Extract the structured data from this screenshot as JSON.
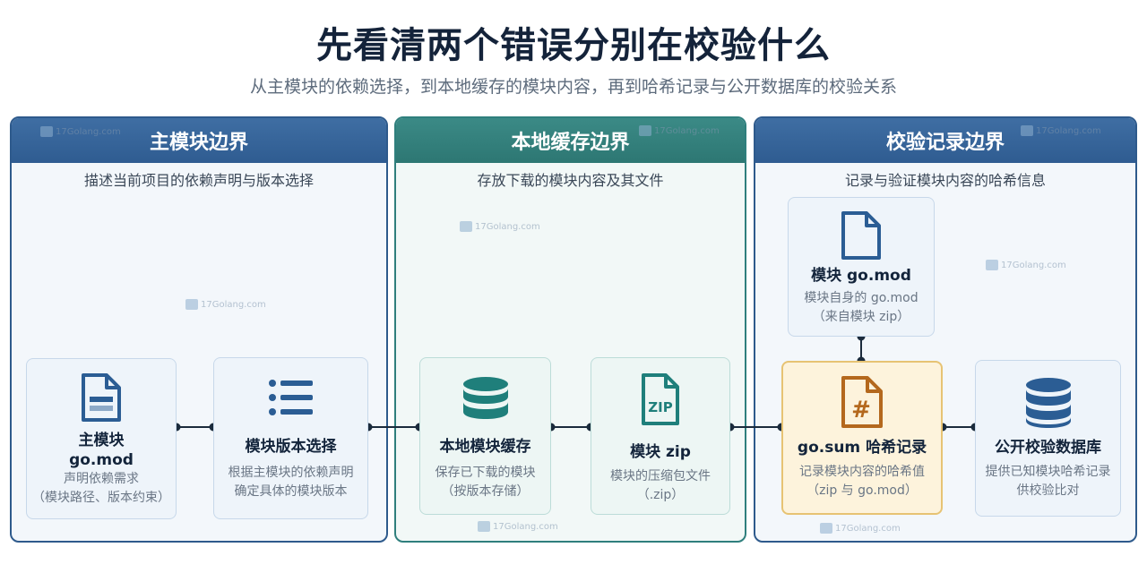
{
  "title": "先看清两个错误分别在校验什么",
  "subtitle": "从主模块的依赖选择，到本地缓存的模块内容，再到哈希记录与公开数据库的校验关系",
  "watermark": "17Golang.com",
  "panels": [
    {
      "title": "主模块边界",
      "desc": "描述当前项目的依赖声明与版本选择"
    },
    {
      "title": "本地缓存边界",
      "desc": "存放下载的模块内容及其文件"
    },
    {
      "title": "校验记录边界",
      "desc": "记录与验证模块内容的哈希信息"
    }
  ],
  "cards": {
    "main_gomod": {
      "title1": "主模块",
      "title2": "go.mod",
      "desc1": "声明依赖需求",
      "desc2": "（模块路径、版本约束）",
      "icon": "document-icon"
    },
    "version_select": {
      "title": "模块版本选择",
      "desc1": "根据主模块的依赖声明",
      "desc2": "确定具体的模块版本",
      "icon": "list-icon"
    },
    "local_cache": {
      "title": "本地模块缓存",
      "desc1": "保存已下载的模块",
      "desc2": "（按版本存储）",
      "icon": "database-icon"
    },
    "module_zip": {
      "title": "模块 zip",
      "desc1": "模块的压缩包文件",
      "desc2": "（.zip）",
      "icon": "zip-file-icon"
    },
    "module_gomod": {
      "title": "模块 go.mod",
      "desc1": "模块自身的 go.mod",
      "desc2": "（来自模块 zip）",
      "icon": "document-icon"
    },
    "gosum": {
      "title": "go.sum 哈希记录",
      "desc1": "记录模块内容的哈希值",
      "desc2": "（zip 与 go.mod）",
      "icon": "hash-file-icon"
    },
    "public_db": {
      "title": "公开校验数据库",
      "desc1": "提供已知模块哈希记录",
      "desc2": "供校验比对",
      "icon": "database-icon"
    }
  },
  "colors": {
    "blue_border": "#2e5a8c",
    "teal_border": "#2f7f7d",
    "icon_blue": "#2b5d94",
    "icon_teal": "#1f7f7b",
    "highlight_border": "#e7c373",
    "highlight_icon": "#b4681d",
    "connector": "#1b2b3c"
  }
}
